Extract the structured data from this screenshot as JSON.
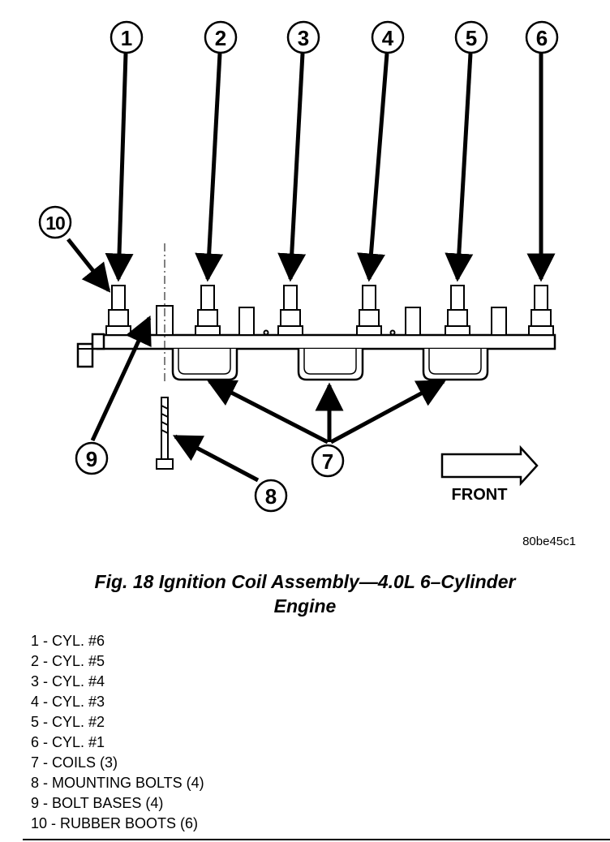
{
  "figure": {
    "caption_line1": "Fig. 18 Ignition Coil Assembly—4.0L 6–Cylinder",
    "caption_line2": "Engine",
    "image_code": "80be45c1",
    "front_label": "FRONT"
  },
  "callouts": [
    "1",
    "2",
    "3",
    "4",
    "5",
    "6",
    "7",
    "8",
    "9",
    "10"
  ],
  "legend": [
    "1 - CYL. #6",
    "2 - CYL. #5",
    "3 - CYL. #4",
    "4 - CYL. #3",
    "5 - CYL. #2",
    "6 - CYL. #1",
    "7 - COILS (3)",
    "8 - MOUNTING BOLTS (4)",
    "9 - BOLT BASES (4)",
    "10 - RUBBER BOOTS (6)"
  ]
}
